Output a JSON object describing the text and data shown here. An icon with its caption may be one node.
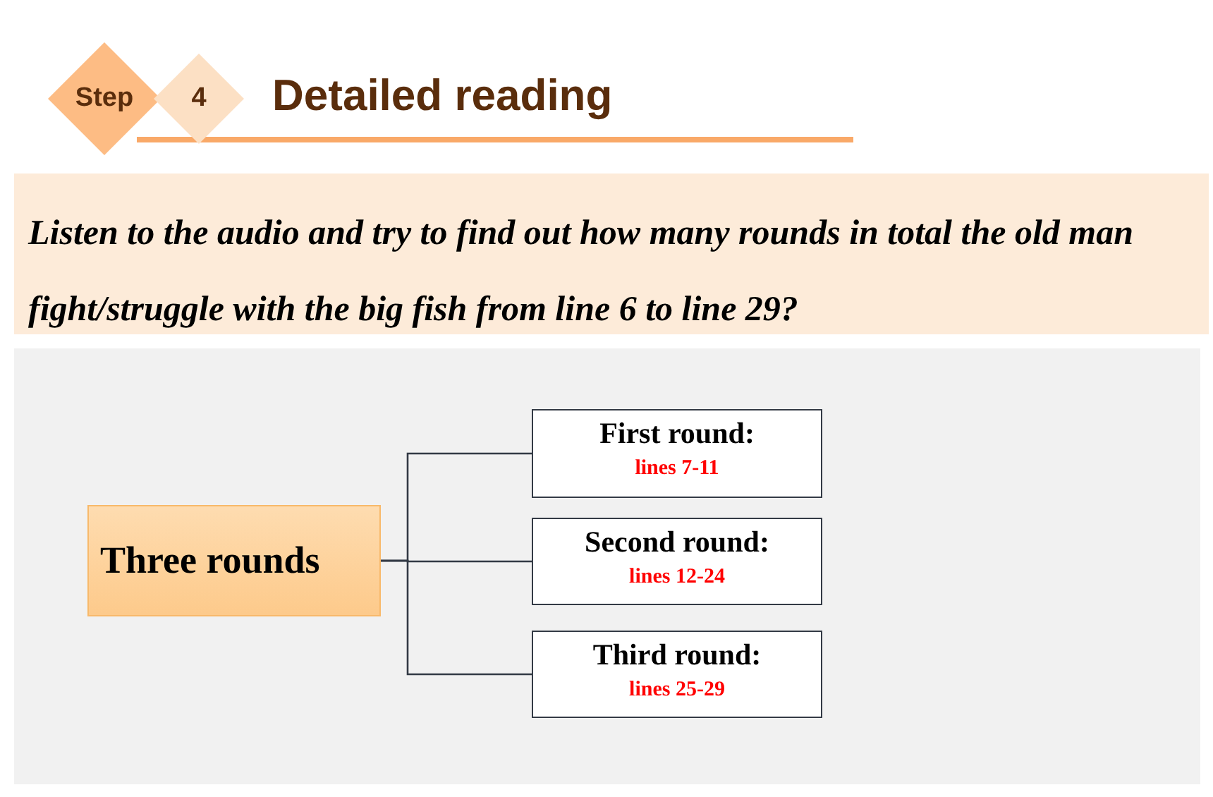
{
  "diagram": {
    "title": "Detailed reading",
    "nodes": [
      {
        "text": [
          "Step"
        ]
      },
      {
        "text": [
          "4"
        ]
      },
      {
        "text": [
          "Listen to the audio and try to find out how many rounds in total the old man fight/struggle with the big fish from line 6 to line 29?"
        ]
      },
      {
        "text": [],
        "shape": "box"
      },
      {
        "text": [
          "Three rounds"
        ],
        "in": 3
      },
      {
        "text": [
          "First round:",
          "lines 7-11"
        ],
        "in": 3
      },
      {
        "text": [
          "Second round:",
          "lines 12-24"
        ],
        "in": 3
      },
      {
        "text": [
          "Third round:",
          "lines 25-29"
        ],
        "in": 3
      }
    ],
    "edges": [
      {
        "from": 4,
        "to": 5,
        "arrow": "none"
      },
      {
        "from": 4,
        "to": 6,
        "arrow": "none"
      },
      {
        "from": 4,
        "to": 7,
        "arrow": "none"
      }
    ]
  }
}
